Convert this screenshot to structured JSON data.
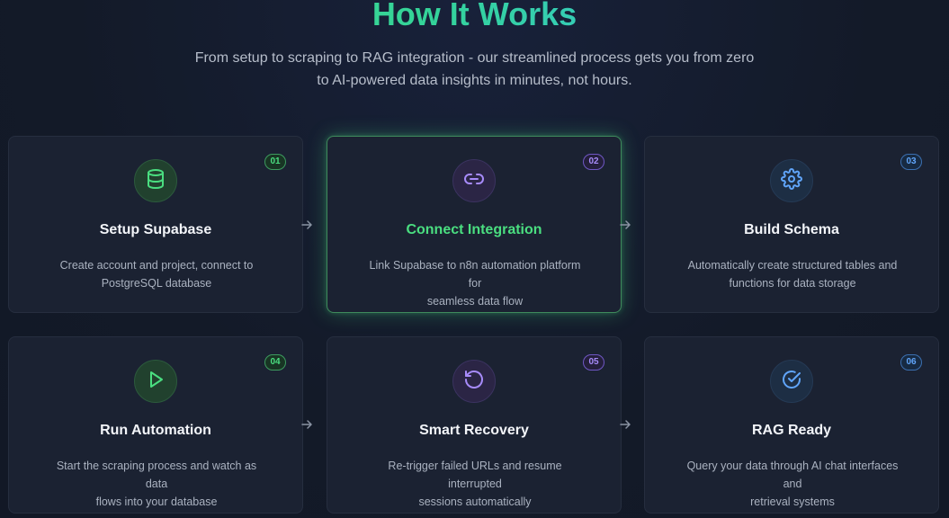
{
  "header": {
    "title": "How It Works",
    "subtitle_line1": "From setup to scraping to RAG integration - our streamlined process gets you from zero",
    "subtitle_line2": "to AI-powered data insights in minutes, not hours."
  },
  "steps": [
    {
      "number": "01",
      "title": "Setup Supabase",
      "desc_line1": "Create account and project, connect to",
      "desc_line2": "PostgreSQL database",
      "icon": "database-icon",
      "color": "#4ade80"
    },
    {
      "number": "02",
      "title": "Connect Integration",
      "desc_line1": "Link Supabase to n8n automation platform for",
      "desc_line2": "seamless data flow",
      "icon": "link-icon",
      "color": "#a78bfa",
      "active": true
    },
    {
      "number": "03",
      "title": "Build Schema",
      "desc_line1": "Automatically create structured tables and",
      "desc_line2": "functions for data storage",
      "icon": "gear-icon",
      "color": "#60a5fa"
    },
    {
      "number": "04",
      "title": "Run Automation",
      "desc_line1": "Start the scraping process and watch as data",
      "desc_line2": "flows into your database",
      "icon": "play-icon",
      "color": "#4ade80"
    },
    {
      "number": "05",
      "title": "Smart Recovery",
      "desc_line1": "Re-trigger failed URLs and resume interrupted",
      "desc_line2": "sessions automatically",
      "icon": "rotate-ccw-icon",
      "color": "#a78bfa"
    },
    {
      "number": "06",
      "title": "RAG Ready",
      "desc_line1": "Query your data through AI chat interfaces and",
      "desc_line2": "retrieval systems",
      "icon": "check-circle-icon",
      "color": "#60a5fa"
    }
  ],
  "colors": {
    "background": "#141b2a",
    "card": "#1b2232",
    "green": "#4ade80",
    "purple": "#a78bfa",
    "blue": "#60a5fa"
  }
}
